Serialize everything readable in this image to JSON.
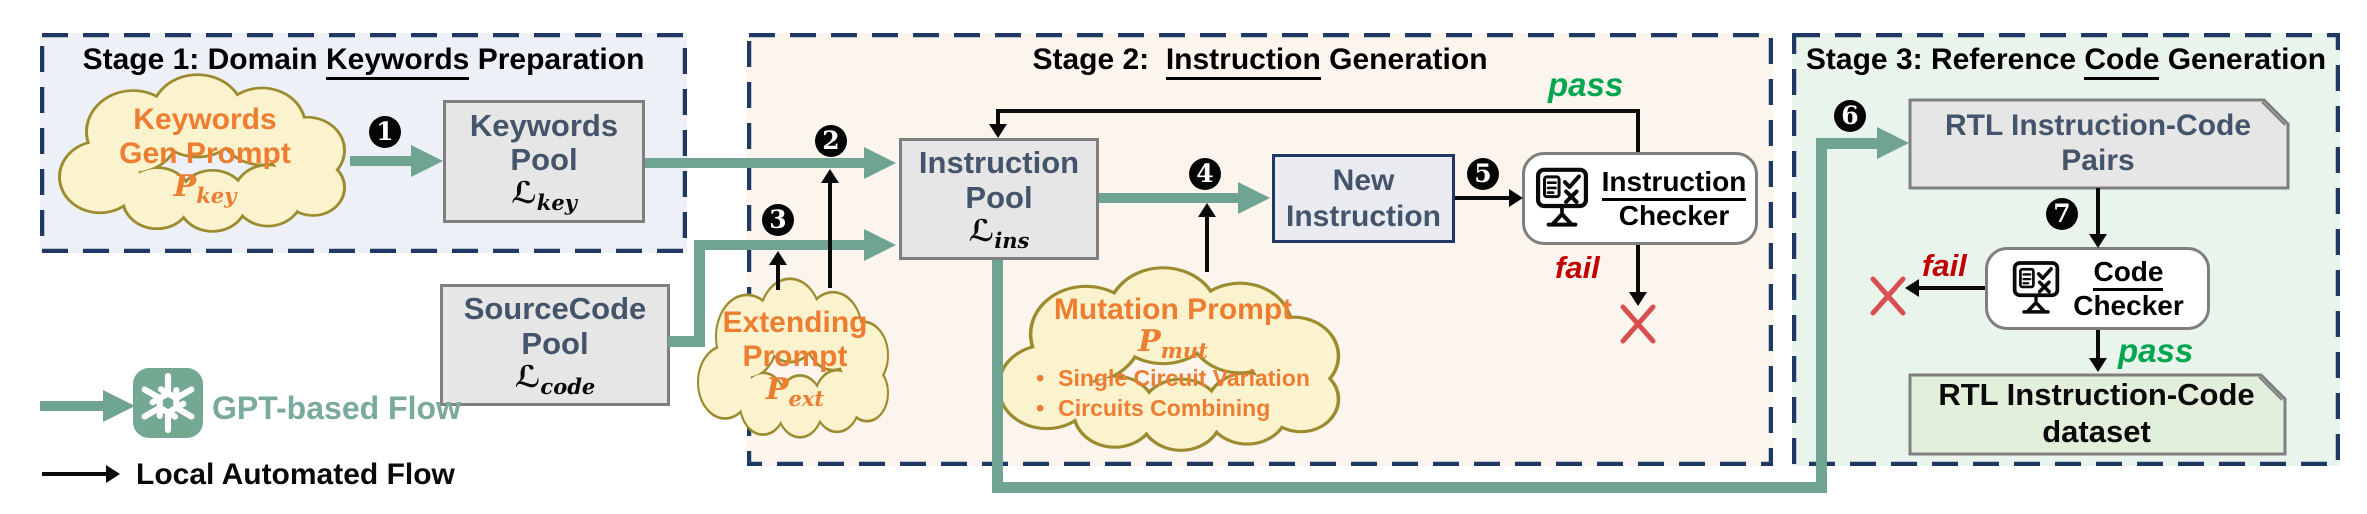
{
  "palette": {
    "teal_flow": "#6FA392",
    "dash_navy": "#203864",
    "box_text_navy": "#44546A",
    "prompt_orange": "#ED7D31",
    "cloud_fill": "#FBF2CE",
    "cloud_stroke": "#9C8C2F",
    "pass_green": "#00A550",
    "fail_red": "#C00000",
    "x_red": "#D94F4F",
    "pool_gray": "#E7E6E6",
    "stage1_bg": "#EDF1F7",
    "stage2_bg": "#FBF5ED",
    "stage3_bg": "#E9F4EC",
    "dataset_green": "#E2EFDA"
  },
  "stage1": {
    "title": {
      "prefix": "Stage 1: Domain ",
      "underline": "Keywords",
      "suffix": " Preparation"
    },
    "cloud": {
      "line1": "Keywords",
      "line2": "Gen Prompt",
      "formula": {
        "base": "P",
        "sub": "key"
      }
    },
    "pool": {
      "line1": "Keywords",
      "line2": "Pool",
      "formula": {
        "base": "ℒ",
        "sub": "key"
      }
    },
    "step1": "1"
  },
  "source_pool": {
    "line1": "SourceCode",
    "line2": "Pool",
    "formula": {
      "base": "ℒ",
      "sub": "code"
    }
  },
  "stage2": {
    "title": {
      "prefix": "Stage 2:  ",
      "underline": "Instruction",
      "suffix": " Generation"
    },
    "instruction_pool": {
      "line1": "Instruction",
      "line2": "Pool",
      "formula": {
        "base": "ℒ",
        "sub": "ins"
      }
    },
    "new_instruction": {
      "line1": "New",
      "line2": "Instruction"
    },
    "checker": {
      "word1": "Instruction",
      "word2": "Checker"
    },
    "extending_cloud": {
      "line1": "Extending",
      "line2": "Prompt",
      "formula": {
        "base": "P",
        "sub": "ext"
      }
    },
    "mutation_cloud": {
      "title": "Mutation Prompt",
      "formula": {
        "base": "P",
        "sub": "mut"
      },
      "bullet": "•",
      "items": [
        "Single Circuit Variation",
        "Circuits Combining"
      ]
    },
    "pass_label": "pass",
    "fail_label": "fail",
    "steps": {
      "s2": "2",
      "s3": "3",
      "s4": "4",
      "s5": "5"
    }
  },
  "stage3": {
    "title": {
      "prefix": "Stage 3: Reference ",
      "underline": "Code",
      "suffix": " Generation"
    },
    "pairs_box": {
      "line1": "RTL  Instruction-Code",
      "line2": "Pairs"
    },
    "checker": {
      "word1": "Code",
      "word2": "Checker"
    },
    "dataset_box": {
      "line1": "RTL Instruction-Code",
      "line2": "dataset"
    },
    "pass_label": "pass",
    "fail_label": "fail",
    "steps": {
      "s6": "6",
      "s7": "7"
    }
  },
  "legend": {
    "gpt_label": "GPT-based Flow",
    "local_label": "Local Automated Flow"
  }
}
